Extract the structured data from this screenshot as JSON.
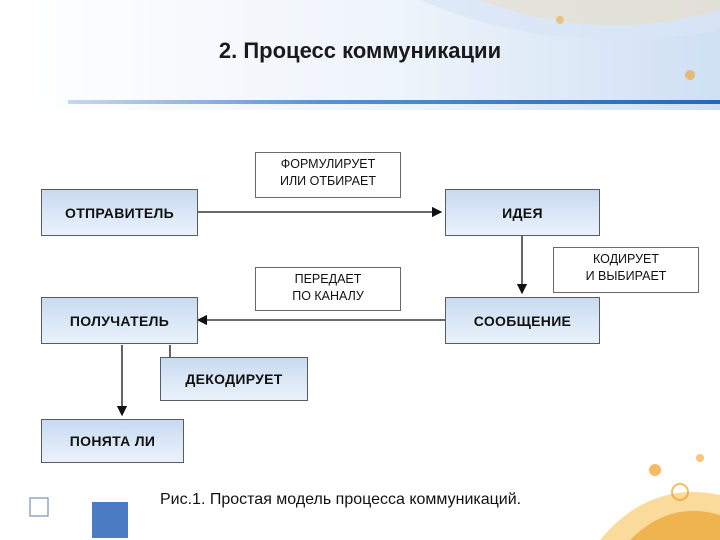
{
  "title": "2. Процесс коммуникации",
  "nodes": {
    "sender": "ОТПРАВИТЕЛЬ",
    "idea": "ИДЕЯ",
    "message": "СООБЩЕНИЕ",
    "receiver": "ПОЛУЧАТЕЛЬ",
    "decode": "ДЕКОДИРУЕТ",
    "understood": "ПОНЯТА ЛИ"
  },
  "notes": {
    "formulates": [
      "ФОРМУЛИРУЕТ",
      "ИЛИ ОТБИРАЕТ"
    ],
    "encodes": [
      "КОДИРУЕТ",
      "И ВЫБИРАЕТ"
    ],
    "transmits": [
      "ПЕРЕДАЕТ",
      "ПО КАНАЛУ"
    ]
  },
  "caption": "Рис.1. Простая модель процесса коммуникаций.",
  "colors": {
    "box_top": "#c8daf0",
    "box_bottom": "#eaf1fb",
    "accent_blue": "#2c64b8",
    "accent_orange": "#f0a020"
  }
}
